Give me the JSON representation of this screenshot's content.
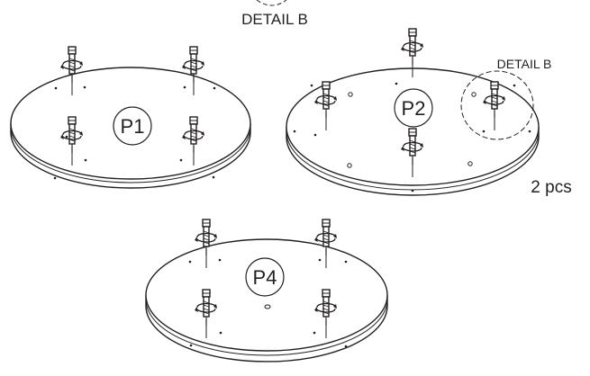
{
  "labels": {
    "detail_b_top": "DETAIL B",
    "detail_b_callout": "DETAIL B",
    "quantity": "2 pcs"
  },
  "plates": [
    {
      "id": "P1",
      "label": "P1"
    },
    {
      "id": "P2",
      "label": "P2"
    },
    {
      "id": "P4",
      "label": "P4"
    }
  ],
  "colors": {
    "stroke": "#231f20",
    "background": "#ffffff"
  }
}
